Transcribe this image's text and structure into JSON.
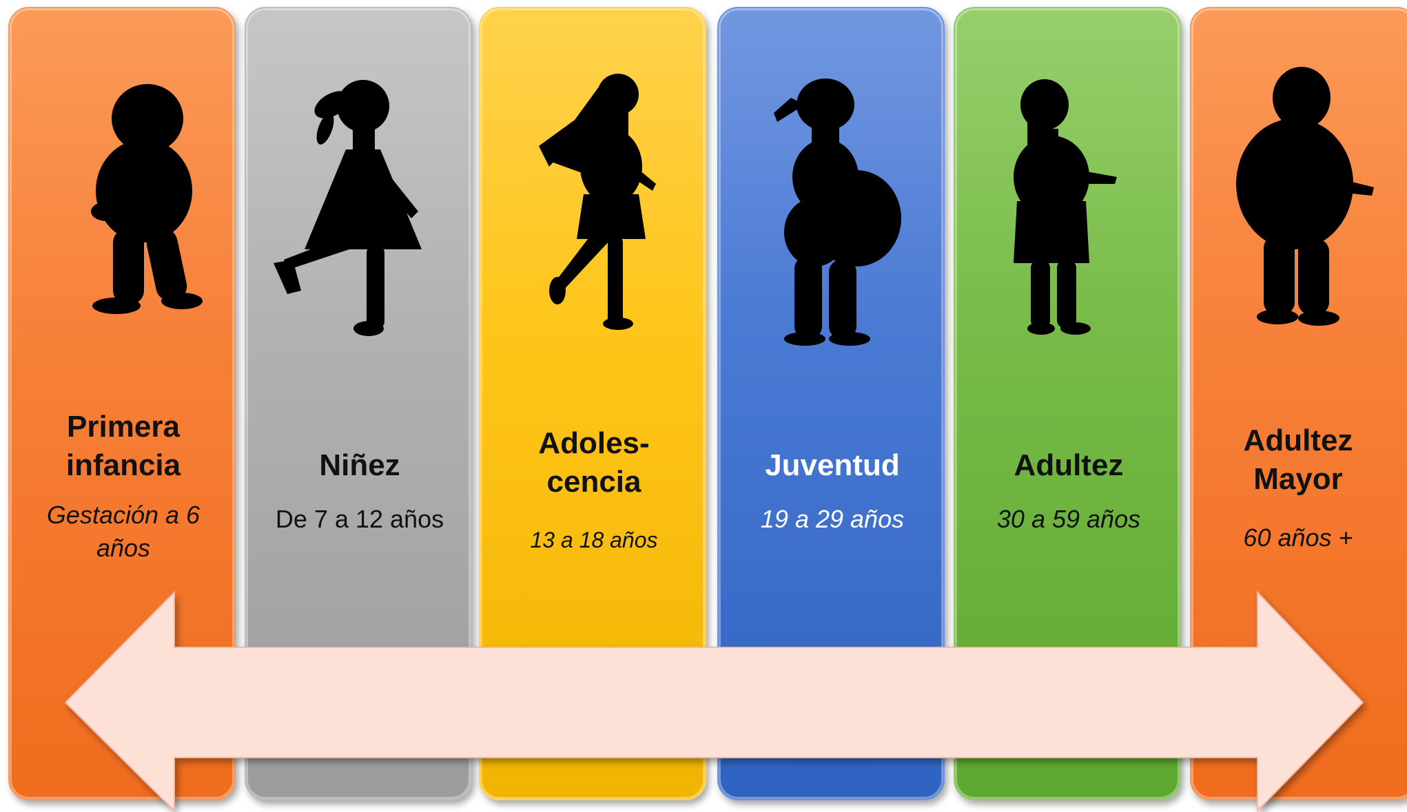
{
  "stages": [
    {
      "title": "Primera\ninfancia",
      "range": "Gestación a 6\naños",
      "color": "#f7813a"
    },
    {
      "title": "Niñez",
      "range": "De 7 a 12 años",
      "color": "#b2b2b2"
    },
    {
      "title": "Adoles-\ncencia",
      "range": "13 a 18 años",
      "color": "#ffc51a"
    },
    {
      "title": "Juventud",
      "range": "19 a 29 años",
      "color": "#4a7ad4"
    },
    {
      "title": "Adultez",
      "range": "30 a 59 años",
      "color": "#78bb48"
    },
    {
      "title": "Adultez\nMayor",
      "range": "60 años +",
      "color": "#f7813a"
    }
  ],
  "arrow": {
    "type": "double-headed",
    "color": "#fde0d6"
  }
}
